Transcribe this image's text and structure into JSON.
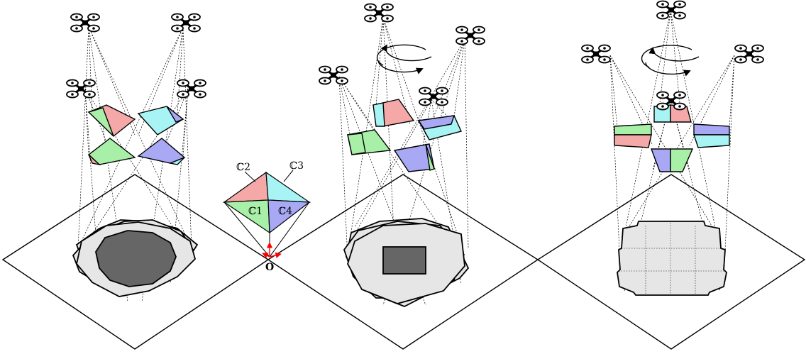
{
  "figure": {
    "labels": {
      "c1": "ℂ1",
      "c2": "ℂ2",
      "c3": "ℂ3",
      "c4": "ℂ4",
      "origin": "O"
    },
    "colors": {
      "c1": "#a8f0a8",
      "c2": "#f4a8a8",
      "c3": "#a8f4f4",
      "c4": "#a8a8f4",
      "footprint_dark": "#666666",
      "footprint_light": "#e6e6e6",
      "axis": "#ff0000"
    },
    "icons": {
      "drone": "quadcopter-icon",
      "rotation": "circular-arrows-icon"
    }
  }
}
